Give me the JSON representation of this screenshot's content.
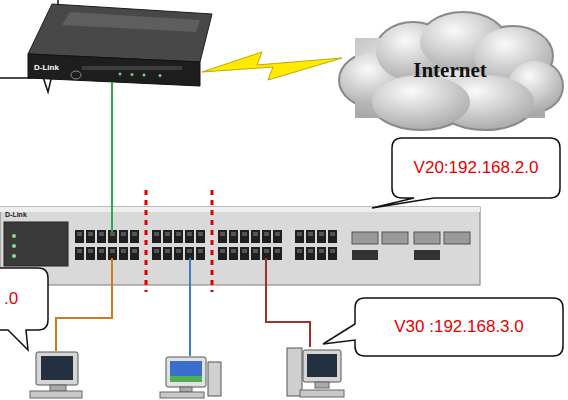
{
  "diagram": {
    "nodes": [
      {
        "text": [
          "Internet"
        ]
      },
      {
        "text": [
          "V20:192.168.2.0"
        ]
      },
      {
        "text": [
          ".0"
        ]
      },
      {
        "text": [
          "V30 :192.168.3.0"
        ]
      }
    ],
    "labels": [
      "D-Link",
      "D-Link"
    ]
  }
}
